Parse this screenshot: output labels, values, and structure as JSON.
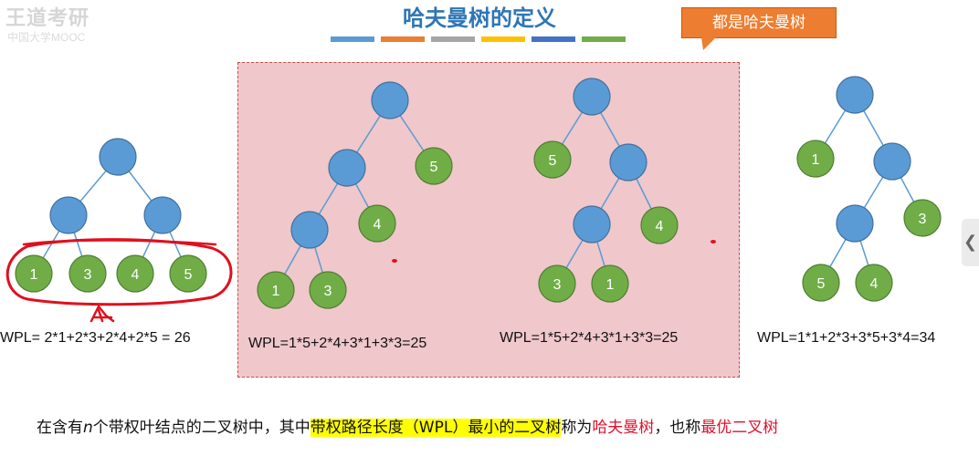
{
  "header": {
    "watermark": "王道考研",
    "watermark_sub": "中国大学MOOC",
    "title": "哈夫曼树的定义",
    "color_bars": [
      "#5b9bd5",
      "#ed7d31",
      "#a5a5a5",
      "#ffc000",
      "#4472c4",
      "#70ad47"
    ]
  },
  "callout": {
    "text": "都是哈夫曼树"
  },
  "colors": {
    "internal_node": "#5b9bd5",
    "leaf_node": "#70ad47",
    "edge": "#5b9bd5",
    "annotation": "#e0101e"
  },
  "trees": [
    {
      "name": "tree-1",
      "leaves": [
        "1",
        "3",
        "4",
        "5"
      ],
      "wpl": "WPL= 2*1+2*3+2*4+2*5 = 26"
    },
    {
      "name": "tree-2",
      "leaves": [
        "5",
        "4",
        "1",
        "3"
      ],
      "wpl": "WPL=1*5+2*4+3*1+3*3=25"
    },
    {
      "name": "tree-3",
      "leaves": [
        "5",
        "4",
        "3",
        "1"
      ],
      "wpl": "WPL=1*5+2*4+3*1+3*3=25"
    },
    {
      "name": "tree-4",
      "leaves": [
        "1",
        "3",
        "5",
        "4"
      ],
      "wpl": "WPL=1*1+2*3+3*5+3*4=34"
    }
  ],
  "definition": {
    "p1": "在含有",
    "n": "n",
    "p2": "个带权叶结点的二叉树中，其中",
    "highlight": "带权路径长度（WPL）最小的二叉树",
    "p3": "称为",
    "term1": "哈夫曼树",
    "p4": "，也称",
    "term2": "最优二叉树"
  },
  "side_tab": {
    "icon": "chevron-left-icon",
    "glyph": "❮"
  }
}
